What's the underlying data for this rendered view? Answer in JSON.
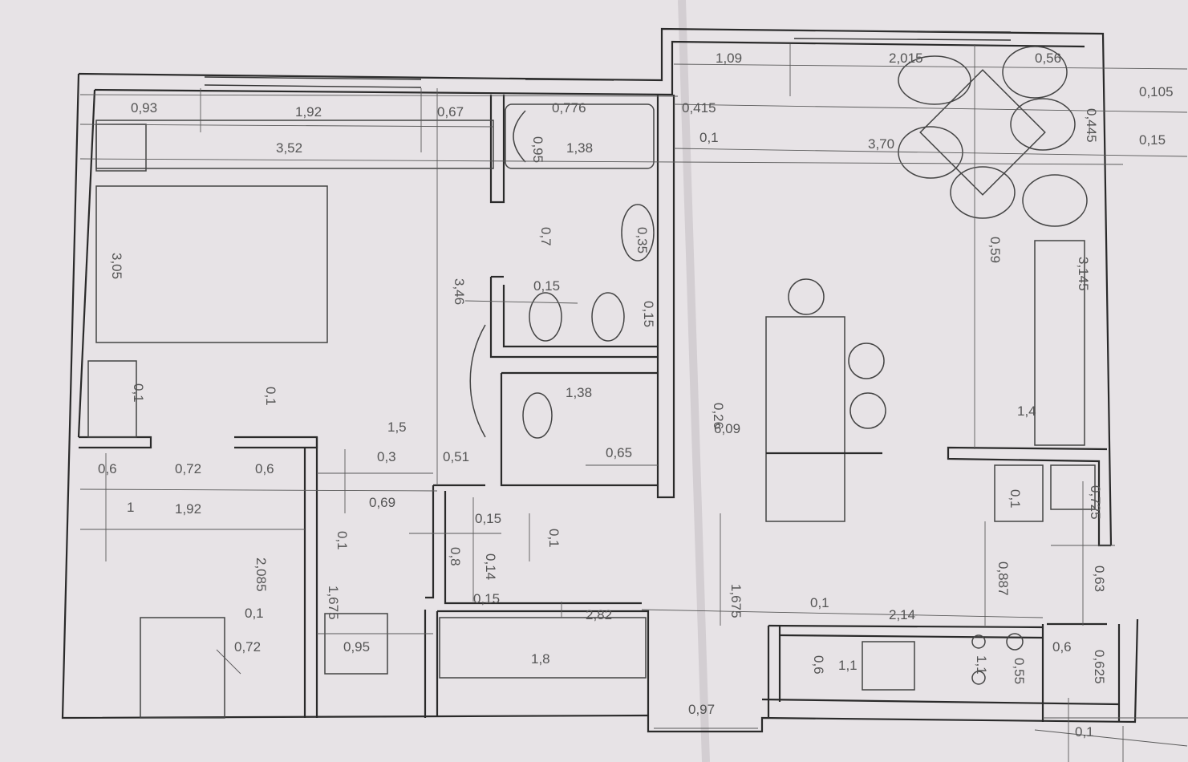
{
  "plan": {
    "dimensions": [
      {
        "id": "d01",
        "text": "0,93"
      },
      {
        "id": "d02",
        "text": "1,92"
      },
      {
        "id": "d03",
        "text": "0,67"
      },
      {
        "id": "d04",
        "text": "0,776"
      },
      {
        "id": "d05",
        "text": "0,415"
      },
      {
        "id": "d06",
        "text": "1,09"
      },
      {
        "id": "d07",
        "text": "2,015"
      },
      {
        "id": "d08",
        "text": "0,56"
      },
      {
        "id": "d09",
        "text": "0,105"
      },
      {
        "id": "d10",
        "text": "0,15"
      },
      {
        "id": "d11",
        "text": "3,52"
      },
      {
        "id": "d12",
        "text": "0,95"
      },
      {
        "id": "d13",
        "text": "1,38"
      },
      {
        "id": "d14",
        "text": "0,1"
      },
      {
        "id": "d15",
        "text": "3,70"
      },
      {
        "id": "d16",
        "text": "0,445"
      },
      {
        "id": "d17",
        "text": "3,05"
      },
      {
        "id": "d18",
        "text": "0,7"
      },
      {
        "id": "d19",
        "text": "0,35"
      },
      {
        "id": "d20",
        "text": "0,59"
      },
      {
        "id": "d21",
        "text": "3,145"
      },
      {
        "id": "d22",
        "text": "3,46"
      },
      {
        "id": "d23",
        "text": "0,15"
      },
      {
        "id": "d24",
        "text": "0,15"
      },
      {
        "id": "d25",
        "text": "0,1"
      },
      {
        "id": "d26",
        "text": "0,1"
      },
      {
        "id": "d27",
        "text": "1,38"
      },
      {
        "id": "d28",
        "text": "0,26"
      },
      {
        "id": "d29",
        "text": "6,09"
      },
      {
        "id": "d30",
        "text": "1,4"
      },
      {
        "id": "d31",
        "text": "1,5"
      },
      {
        "id": "d32",
        "text": "0,6"
      },
      {
        "id": "d33",
        "text": "0,72"
      },
      {
        "id": "d34",
        "text": "0,6"
      },
      {
        "id": "d35",
        "text": "0,3"
      },
      {
        "id": "d36",
        "text": "0,51"
      },
      {
        "id": "d37",
        "text": "0,65"
      },
      {
        "id": "d38",
        "text": "0,1"
      },
      {
        "id": "d39",
        "text": "0,725"
      },
      {
        "id": "d40",
        "text": "1"
      },
      {
        "id": "d41",
        "text": "1,92"
      },
      {
        "id": "d42",
        "text": "0,69"
      },
      {
        "id": "d43",
        "text": "0,15"
      },
      {
        "id": "d44",
        "text": "0,1"
      },
      {
        "id": "d45",
        "text": "2,085"
      },
      {
        "id": "d46",
        "text": "0,1"
      },
      {
        "id": "d47",
        "text": "0,8"
      },
      {
        "id": "d48",
        "text": "0,14"
      },
      {
        "id": "d49",
        "text": "0,887"
      },
      {
        "id": "d50",
        "text": "1,675"
      },
      {
        "id": "d51",
        "text": "1,675"
      },
      {
        "id": "d52",
        "text": "0,63"
      },
      {
        "id": "d53",
        "text": "0,15"
      },
      {
        "id": "d54",
        "text": "2,82"
      },
      {
        "id": "d55",
        "text": "0,1"
      },
      {
        "id": "d56",
        "text": "2,14"
      },
      {
        "id": "d57",
        "text": "0,1"
      },
      {
        "id": "d58",
        "text": "0,72"
      },
      {
        "id": "d59",
        "text": "0,95"
      },
      {
        "id": "d60",
        "text": "1,8"
      },
      {
        "id": "d61",
        "text": "0,6"
      },
      {
        "id": "d62",
        "text": "1,1"
      },
      {
        "id": "d63",
        "text": "1,1"
      },
      {
        "id": "d64",
        "text": "0,55"
      },
      {
        "id": "d65",
        "text": "0,6"
      },
      {
        "id": "d66",
        "text": "0,625"
      },
      {
        "id": "d67",
        "text": "0,97"
      },
      {
        "id": "d68",
        "text": "0,1"
      }
    ]
  }
}
